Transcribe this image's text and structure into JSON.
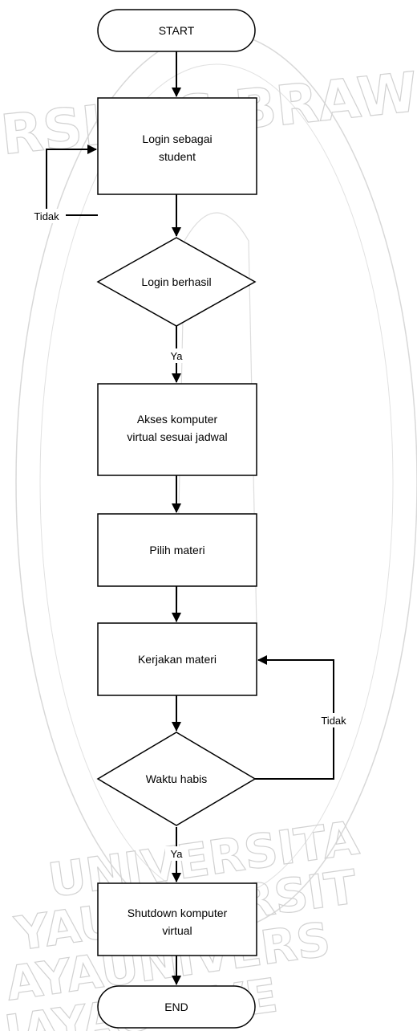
{
  "watermark": {
    "top_text": "RSITAS BRAW",
    "bottom_lines": [
      "UNIVERSITA",
      "YAUNIVERSIT",
      "AYAUNIVERS",
      "JAYAUNIVE"
    ]
  },
  "nodes": {
    "start": "START",
    "login": [
      "Login sebagai",
      "student"
    ],
    "login_ok": "Login berhasil",
    "akses": [
      "Akses komputer",
      "virtual sesuai jadwal"
    ],
    "pilih": "Pilih materi",
    "kerjakan": "Kerjakan materi",
    "waktu": "Waktu habis",
    "shutdown": [
      "Shutdown komputer",
      "virtual"
    ],
    "end": "END"
  },
  "edges": {
    "login_no": "Tidak",
    "login_yes": "Ya",
    "waktu_no": "Tidak",
    "waktu_yes": "Ya"
  },
  "colors": {
    "stroke": "#000000",
    "fill": "#ffffff",
    "watermark": "#c9c9c9"
  }
}
